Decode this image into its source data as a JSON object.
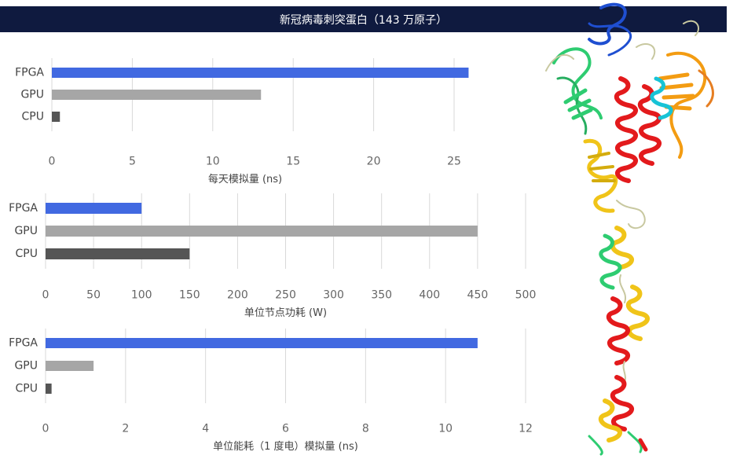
{
  "title": "新冠病毒刺突蛋白（143 万原子）",
  "colors": {
    "title_bg": "#0f1a3f",
    "FPGA": "#4169e1",
    "GPU": "#a6a6a6",
    "CPU": "#555555",
    "grid": "#d9d9d9"
  },
  "chart_data": [
    {
      "type": "bar",
      "orientation": "horizontal",
      "categories": [
        "FPGA",
        "GPU",
        "CPU"
      ],
      "values": [
        25.9,
        13.0,
        0.5
      ],
      "xlabel": "每天模拟量 (ns)",
      "xlim": [
        0,
        25
      ],
      "xticks": [
        0,
        5,
        10,
        15,
        20,
        25
      ]
    },
    {
      "type": "bar",
      "orientation": "horizontal",
      "categories": [
        "FPGA",
        "GPU",
        "CPU"
      ],
      "values": [
        100,
        450,
        150
      ],
      "xlabel": "单位节点功耗 (W)",
      "xlim": [
        0,
        500
      ],
      "xticks": [
        0,
        50,
        100,
        150,
        200,
        250,
        300,
        350,
        400,
        450,
        500
      ]
    },
    {
      "type": "bar",
      "orientation": "horizontal",
      "categories": [
        "FPGA",
        "GPU",
        "CPU"
      ],
      "values": [
        10.8,
        1.2,
        0.15
      ],
      "xlabel": "单位能耗（1 度电）模拟量 (ns)",
      "xlim": [
        0,
        12
      ],
      "xticks": [
        0,
        2,
        4,
        6,
        8,
        10,
        12
      ]
    }
  ],
  "figure": {
    "name": "spike-protein-ribbon",
    "colors": [
      "#e31a1c",
      "#f0c419",
      "#2ecc71",
      "#1f4fd1",
      "#f39c12",
      "#17c3d6",
      "#c8c8a0"
    ]
  }
}
